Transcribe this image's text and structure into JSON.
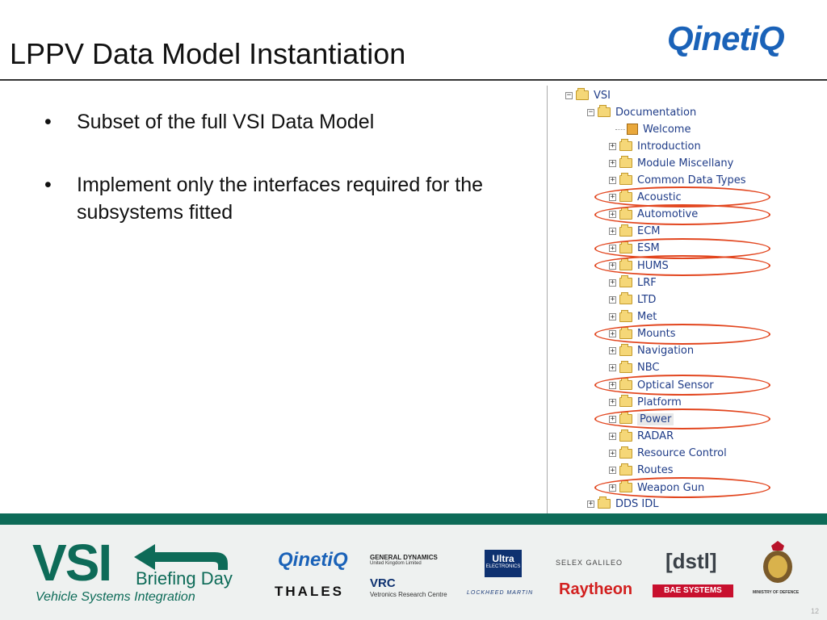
{
  "slide": {
    "title": "LPPV Data Model Instantiation",
    "page_number": "12"
  },
  "header": {
    "logo": "QinetiQ"
  },
  "bullets": [
    "Subset of the full VSI Data Model",
    "Implement only the interfaces required for the subsystems fitted"
  ],
  "tree": {
    "root": "VSI",
    "documentation": "Documentation",
    "welcome": "Welcome",
    "items": [
      "Introduction",
      "Module Miscellany",
      "Common Data Types",
      "Acoustic",
      "Automotive",
      "ECM",
      "ESM",
      "HUMS",
      "LRF",
      "LTD",
      "Met",
      "Mounts",
      "Navigation",
      "NBC",
      "Optical Sensor",
      "Platform",
      "Power",
      "RADAR",
      "Resource Control",
      "Routes",
      "Weapon Gun"
    ],
    "circled": [
      "Acoustic",
      "Automotive",
      "ESM",
      "HUMS",
      "Mounts",
      "Optical Sensor",
      "Power",
      "Weapon Gun"
    ],
    "dds": "DDS IDL"
  },
  "footer": {
    "vsi": "VSI",
    "briefing": "Briefing Day",
    "subtitle": "Vehicle Systems Integration",
    "sponsors": {
      "qinetiq": "QinetiQ",
      "gd": "GENERAL DYNAMICS",
      "gd_sub": "United Kingdom Limited",
      "ultra": "Ultra",
      "ultra_sub": "ELECTRONICS",
      "selex": "SELEX GALILEO",
      "dstl": "[dstl]",
      "thales": "THALES",
      "vrc": "VRC",
      "vrc_sub": "Vetronics Research Centre",
      "lockheed": "LOCKHEED MARTIN",
      "raytheon": "Raytheon",
      "bae": "BAE SYSTEMS",
      "mod": "MINISTRY OF DEFENCE"
    }
  },
  "colors": {
    "accent": "#0d6b58",
    "circle": "#e2461f",
    "qinetiq": "#1a62b8"
  }
}
